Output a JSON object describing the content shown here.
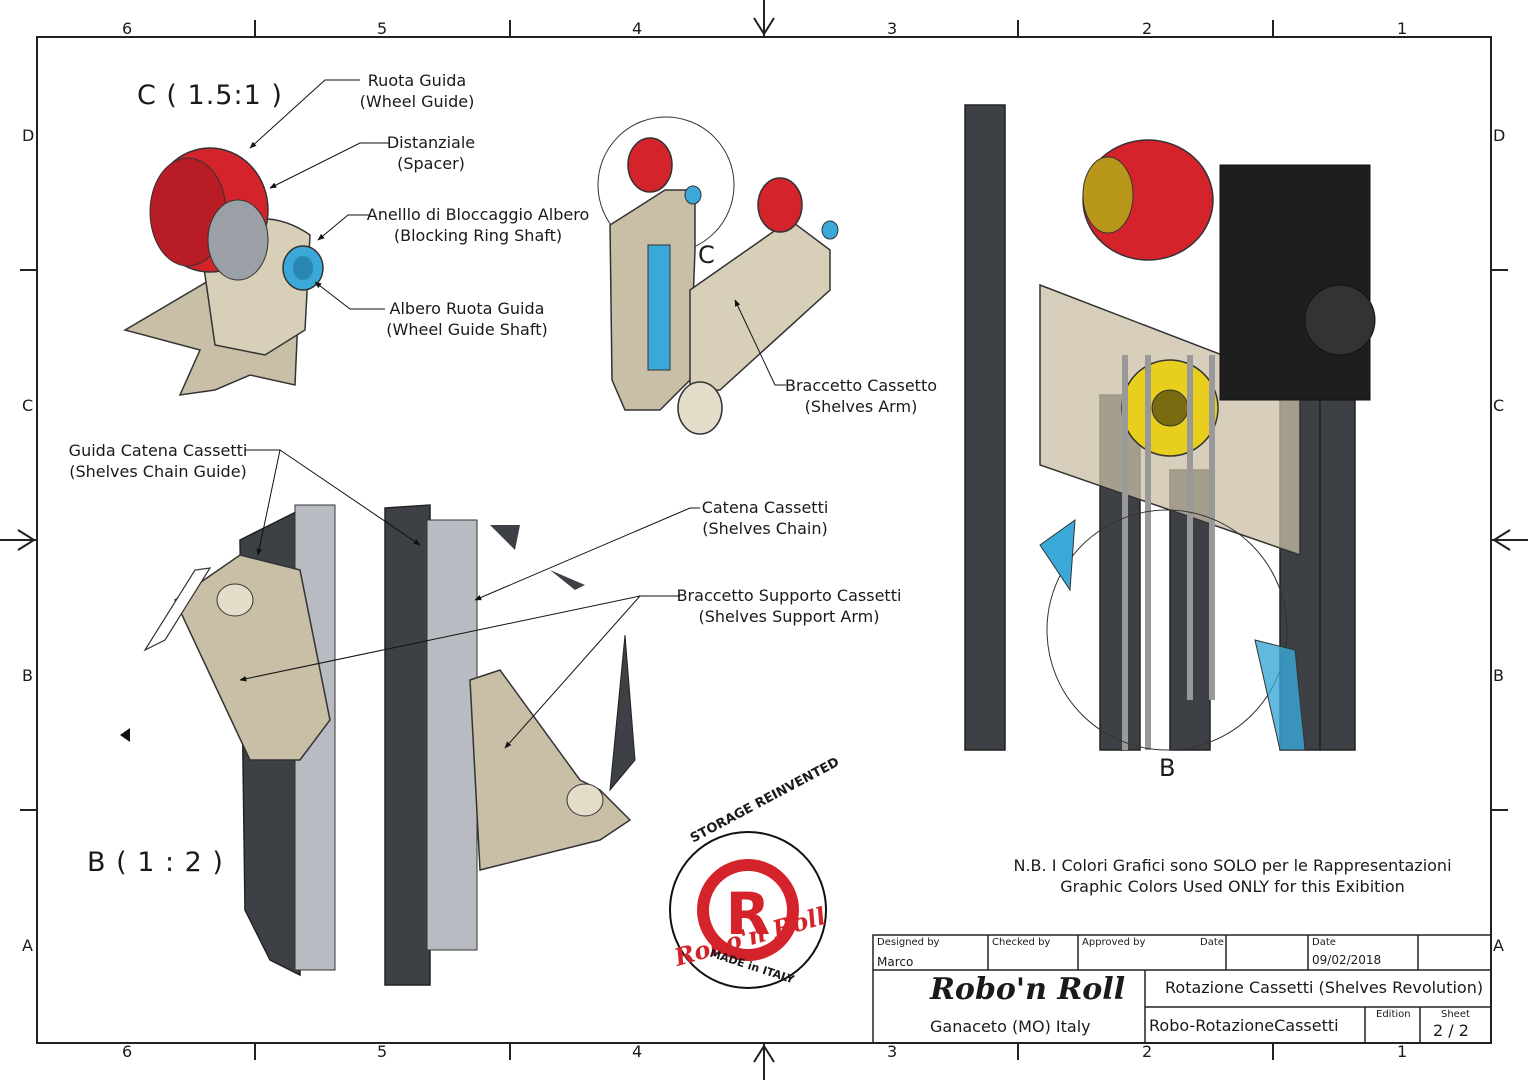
{
  "zones": {
    "cols_top": [
      "6",
      "5",
      "4",
      "3",
      "2",
      "1"
    ],
    "rows_left": [
      "D",
      "C",
      "B",
      "A"
    ]
  },
  "views": {
    "detail_c_title": "C ( 1.5:1 )",
    "detail_b_title": "B ( 1 : 2 )",
    "callout_c": "C",
    "callout_b": "B"
  },
  "labels": {
    "wheel_guide": [
      "Ruota Guida",
      "(Wheel Guide)"
    ],
    "spacer": [
      "Distanziale",
      "(Spacer)"
    ],
    "blocking_ring": [
      "Anelllo di Bloccaggio Albero",
      "(Blocking Ring Shaft)"
    ],
    "wheel_shaft": [
      "Albero Ruota Guida",
      "(Wheel Guide Shaft)"
    ],
    "shelves_arm": [
      "Braccetto Cassetto",
      "(Shelves Arm)"
    ],
    "chain_guide": [
      "Guida Catena Cassetti",
      "(Shelves Chain Guide)"
    ],
    "shelves_chain": [
      "Catena Cassetti",
      "(Shelves Chain)"
    ],
    "support_arm": [
      "Braccetto Supporto Cassetti",
      "(Shelves Support Arm)"
    ]
  },
  "note": [
    "N.B. I Colori Grafici sono SOLO per le Rappresentazioni",
    "Graphic Colors Used ONLY for this Exibition"
  ],
  "logo": {
    "top_text": "STORAGE REINVENTED",
    "script": "Robo'n Roll",
    "bottom_text": "MADE in ITALY",
    "letter": "R"
  },
  "title_block": {
    "designed_by_label": "Designed by",
    "designed_by": "Marco",
    "checked_by_label": "Checked by",
    "approved_by_label": "Approved by",
    "date_label_1": "Date",
    "date_label_2": "Date",
    "date": "09/02/2018",
    "company": "Robo'n Roll",
    "location": "Ganaceto (MO) Italy",
    "title": "Rotazione Cassetti (Shelves Revolution)",
    "doc_id": "Robo-RotazioneCassetti",
    "edition_label": "Edition",
    "sheet_label": "Sheet",
    "sheet": "2 / 2"
  },
  "colors": {
    "red": "#d4232b",
    "beige": "#c9bea6",
    "dark": "#3d4045",
    "blue": "#3aa8d8",
    "yellow": "#e8cf1e",
    "black": "#1e1e1e"
  }
}
